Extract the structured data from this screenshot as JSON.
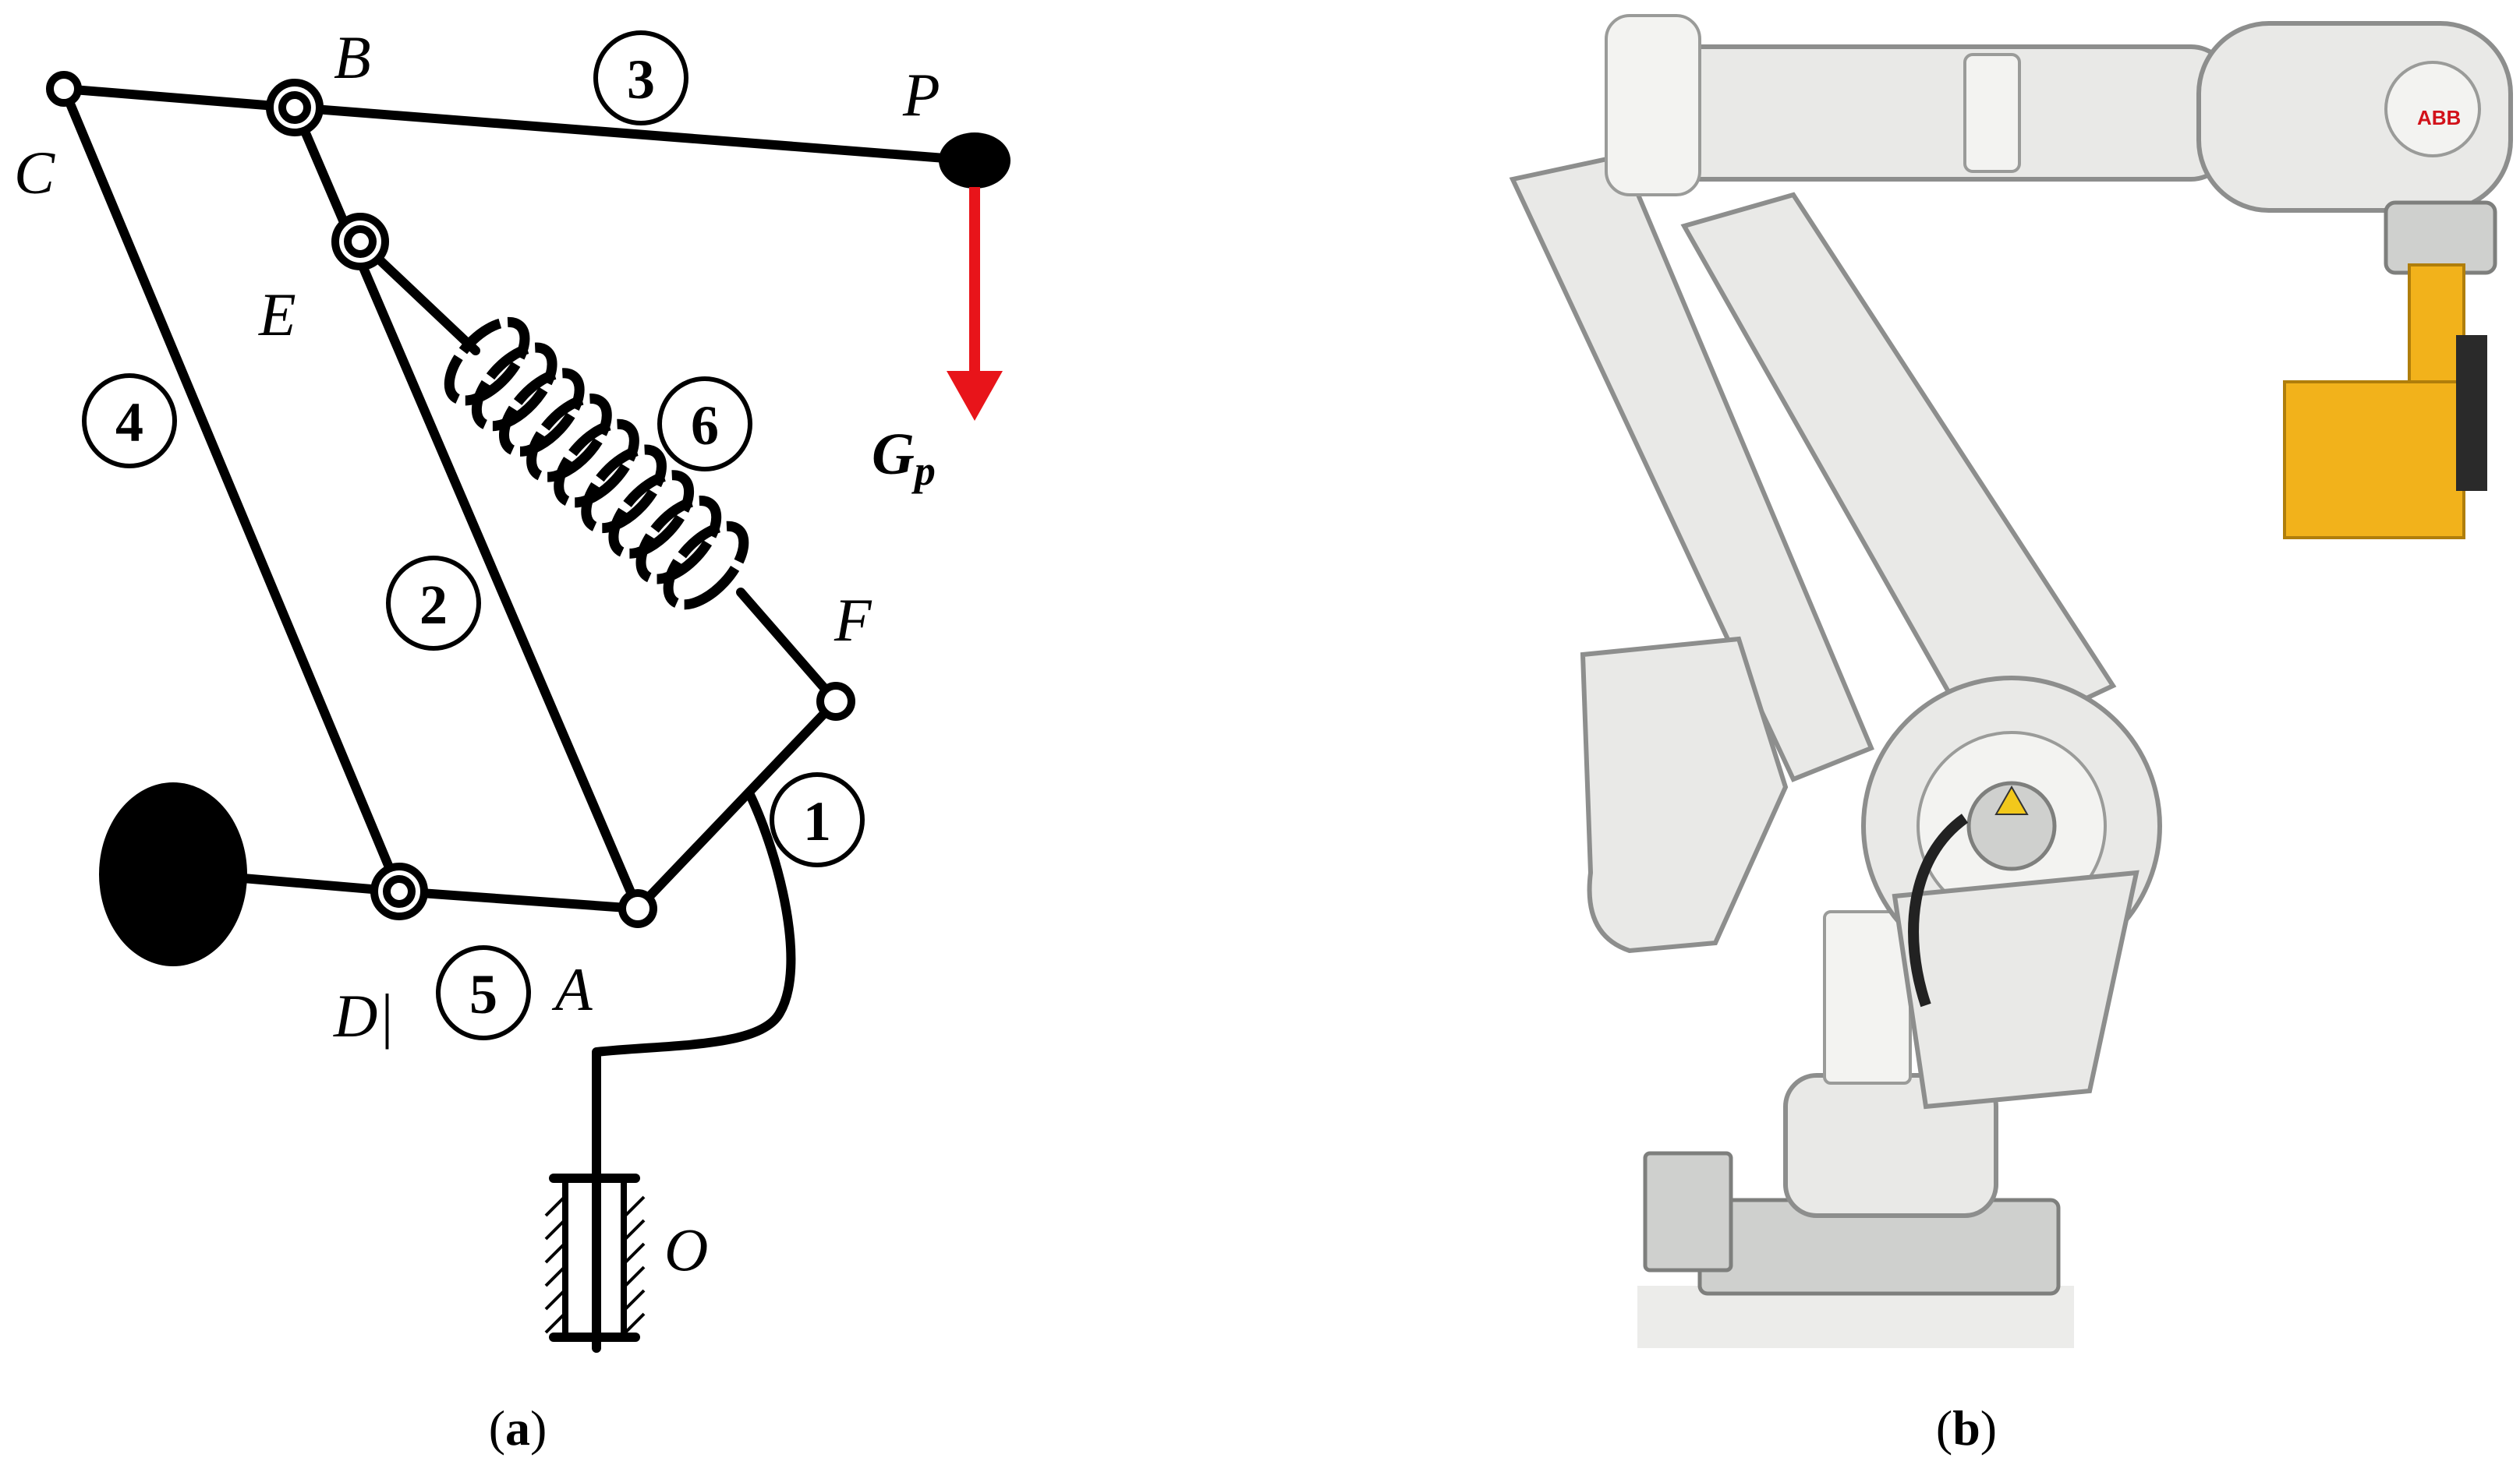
{
  "panel_a": {
    "points": {
      "C": "C",
      "B": "B",
      "P": "P",
      "E": "E",
      "F": "F",
      "D": "D|",
      "A": "A",
      "O": "O"
    },
    "links": [
      "1",
      "2",
      "3",
      "4",
      "5",
      "6"
    ],
    "force": {
      "letter": "G",
      "subscript": "p",
      "color": "#e8141a"
    },
    "caption": {
      "open": "(",
      "letter": "a",
      "close": ")"
    }
  },
  "panel_b": {
    "brand_mark": "ABB",
    "colors": {
      "robot_body": "#e9e9e7",
      "gripper": "#f2b21b"
    },
    "caption": {
      "open": "(",
      "letter": "b",
      "close": ")"
    }
  }
}
